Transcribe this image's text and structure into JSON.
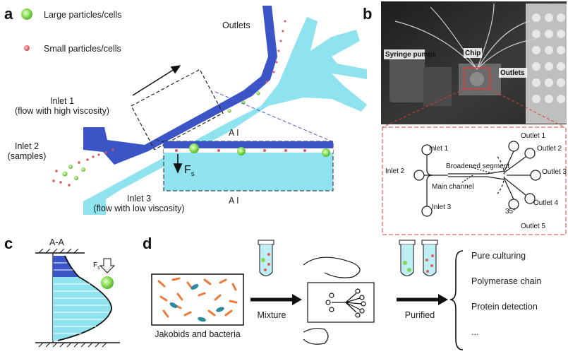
{
  "panels": {
    "a": {
      "label": "a",
      "legend_large": "Large particles/cells",
      "legend_small": "Small particles/cells",
      "outlets": "Outlets",
      "inlet1_line1": "Inlet 1",
      "inlet1_line2": "(flow with high viscosity)",
      "inlet2_line1": "Inlet 2",
      "inlet2_line2": "(samples)",
      "inlet3_line1": "Inlet 3",
      "inlet3_line2": "(flow with low viscosity)",
      "section_top": "A I",
      "section_bottom": "A I",
      "force": "F",
      "force_sub": "s"
    },
    "b": {
      "label": "b",
      "syringe_pumps": "Syringe pumps",
      "chip": "Chip",
      "outlets": "Outlets",
      "inlet1": "Inlet 1",
      "inlet2": "Inlet 2",
      "inlet3": "Inlet 3",
      "broadened_segment": "Broadened segment",
      "main_channel": "Main channel",
      "outlet1": "Outlet 1",
      "outlet2": "Outlet 2",
      "outlet3": "Outlet 3",
      "outlet4": "Outlet 4",
      "outlet5": "Outlet 5",
      "angle": "35°"
    },
    "c": {
      "label": "c",
      "section": "A-A",
      "force": "F",
      "force_sub": "s"
    },
    "d": {
      "label": "d",
      "sample": "Jakobids and bacteria",
      "mixture": "Mixture",
      "purified": "Purified",
      "applications": [
        "Pure culturing",
        "Polymerase chain",
        "Protein detection",
        "..."
      ]
    }
  },
  "colors": {
    "dark_blue": "#3b55c7",
    "light_cyan": "#8ee3ee",
    "green_particle": "#7ed957",
    "red_particle": "#e05a5a",
    "dashed_red": "#e03b3b",
    "rod_orange": "#e97c3c"
  }
}
